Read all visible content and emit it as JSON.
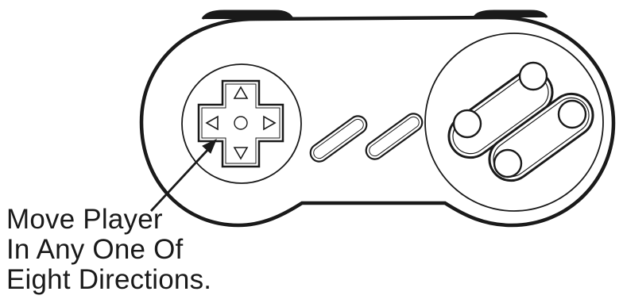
{
  "caption": {
    "lines": [
      "Move Player",
      "In Any One Of",
      "Eight Directions."
    ]
  },
  "controller": {
    "dpad_directions": [
      "up",
      "down",
      "left",
      "right"
    ],
    "face_buttons": 4,
    "center_buttons": [
      "select",
      "start"
    ]
  },
  "colors": {
    "ink": "#1a1a1a",
    "body": "#ffffff"
  }
}
